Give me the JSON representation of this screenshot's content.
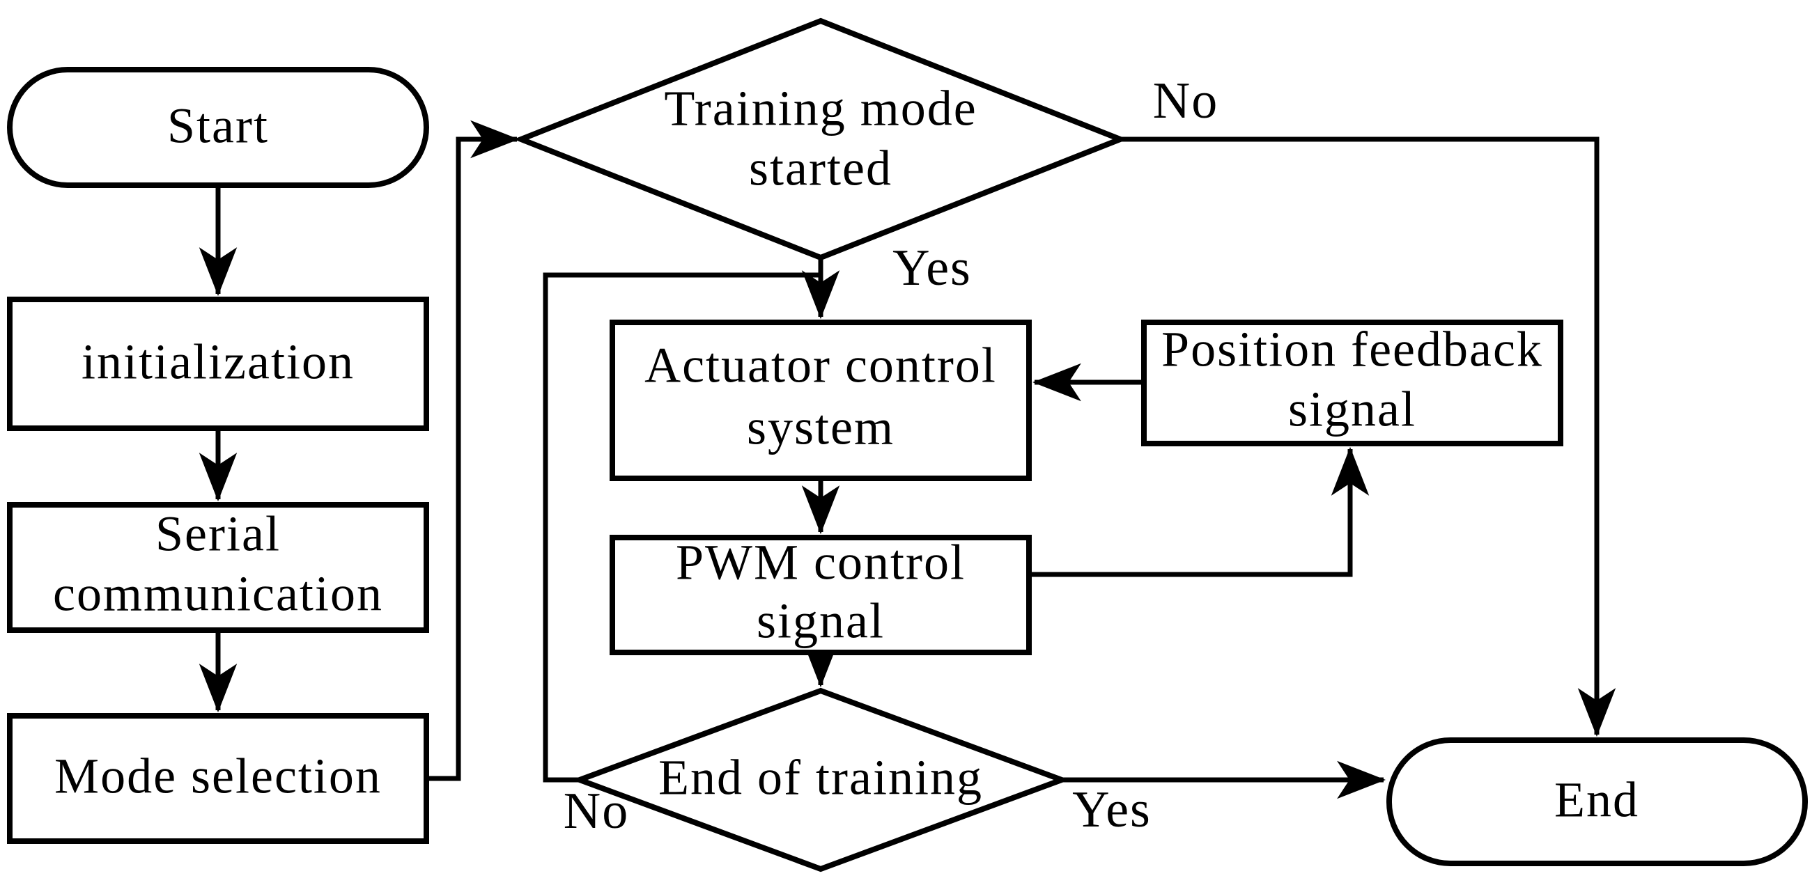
{
  "diagram": {
    "type": "flowchart",
    "background_color": "#ffffff",
    "line_color": "#000000",
    "text_color": "#000000"
  },
  "nodes": {
    "start": {
      "shape": "terminator",
      "label": "Start"
    },
    "init": {
      "shape": "process",
      "label": "initialization"
    },
    "serial": {
      "shape": "process",
      "line1": "Serial",
      "line2": "communication"
    },
    "mode": {
      "shape": "process",
      "label": "Mode selection"
    },
    "training": {
      "shape": "decision",
      "line1": "Training mode",
      "line2": "started"
    },
    "actuator": {
      "shape": "process",
      "line1": "Actuator control",
      "line2": "system"
    },
    "feedback": {
      "shape": "process",
      "line1": "Position feedback",
      "line2": "signal"
    },
    "pwm": {
      "shape": "process",
      "line1": "PWM control",
      "line2": "signal"
    },
    "endtraining": {
      "shape": "decision",
      "label": "End of training"
    },
    "end": {
      "shape": "terminator",
      "label": "End"
    }
  },
  "edge_labels": {
    "training_no": "No",
    "training_yes": "Yes",
    "endtraining_no": "No",
    "endtraining_yes": "Yes"
  },
  "edges": [
    {
      "from": "start",
      "to": "init",
      "label": ""
    },
    {
      "from": "init",
      "to": "serial",
      "label": ""
    },
    {
      "from": "serial",
      "to": "mode",
      "label": ""
    },
    {
      "from": "mode",
      "to": "training",
      "label": ""
    },
    {
      "from": "training",
      "to": "actuator",
      "label": "Yes"
    },
    {
      "from": "training",
      "to": "end",
      "label": "No"
    },
    {
      "from": "actuator",
      "to": "pwm",
      "label": ""
    },
    {
      "from": "pwm",
      "to": "endtraining",
      "label": ""
    },
    {
      "from": "pwm",
      "to": "feedback",
      "label": ""
    },
    {
      "from": "feedback",
      "to": "actuator",
      "label": ""
    },
    {
      "from": "endtraining",
      "to": "end",
      "label": "Yes"
    },
    {
      "from": "endtraining",
      "to": "actuator",
      "label": "No"
    }
  ]
}
